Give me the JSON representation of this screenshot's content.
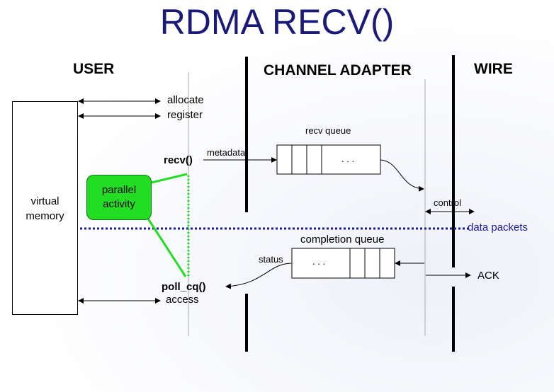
{
  "title": "RDMA RECV()",
  "columns": {
    "user": "USER",
    "channel_adapter": "CHANNEL ADAPTER",
    "wire": "WIRE"
  },
  "user": {
    "allocate": "allocate",
    "register": "register",
    "virtual_memory": "virtual memory",
    "parallel_activity": "parallel activity",
    "recv_call": "recv()",
    "poll_call": "poll_cq()",
    "access": "access"
  },
  "adapter": {
    "metadata": "metadata",
    "recv_queue": "recv queue",
    "recv_queue_dots": ". . .",
    "completion_queue": "completion queue",
    "completion_queue_dots": ". . .",
    "status": "status"
  },
  "wire": {
    "control": "control",
    "data_packets": "data packets",
    "ack": "ACK"
  },
  "colors": {
    "title": "#1a1a78",
    "parallel_fill": "#22dd22",
    "data_flow": "#1a1a9a"
  }
}
